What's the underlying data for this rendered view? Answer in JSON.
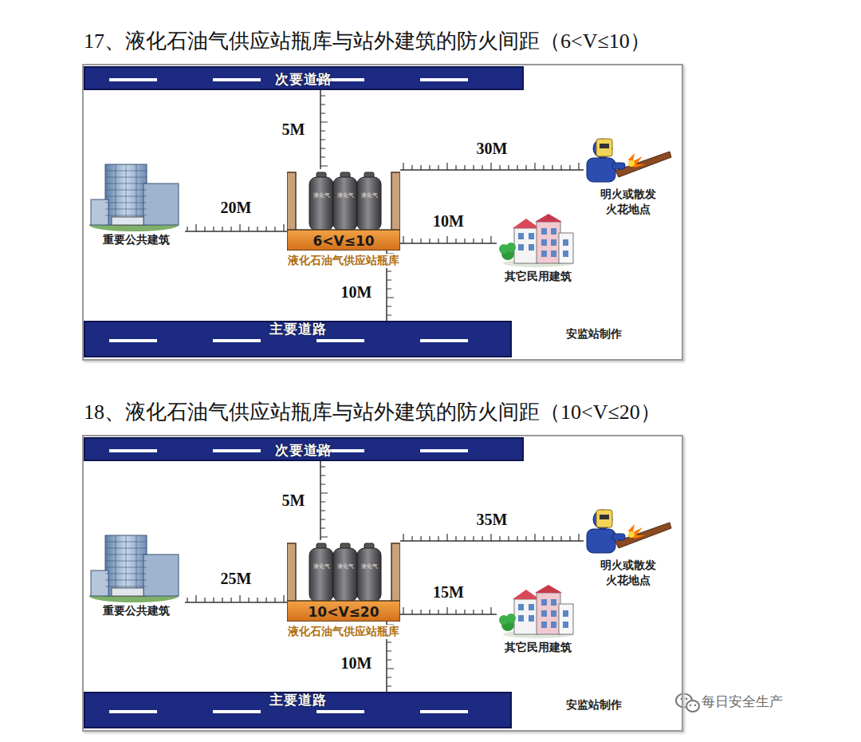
{
  "diagram": {
    "nodes": [
      {
        "text": [
          "17、液化石油气供应站瓶库与站外建筑的防火间距（6<V≤10）",
          "安监站制作"
        ]
      },
      {
        "text": [
          "次要道路"
        ],
        "in": 0
      },
      {
        "text": [
          "重要公共建筑"
        ],
        "in": 0
      },
      {
        "text": [
          "6<V≤10",
          "液化石油气供应站瓶库"
        ],
        "in": 0
      },
      {
        "text": [
          "明火或散发 火花地点"
        ],
        "in": 0
      },
      {
        "text": [
          "其它民用建筑"
        ],
        "in": 0
      },
      {
        "text": [
          "主要道路"
        ],
        "in": 0
      },
      {
        "text": [
          "18、液化石油气供应站瓶库与站外建筑的防火间距（10<V≤20）",
          "安监站制作"
        ]
      },
      {
        "text": [
          "次要道路"
        ],
        "in": 7
      },
      {
        "text": [
          "重要公共建筑"
        ],
        "in": 7
      },
      {
        "text": [
          "10<V≤20",
          "液化石油气供应站瓶库"
        ],
        "in": 7
      },
      {
        "text": [
          "明火或散发 火花地点"
        ],
        "in": 7
      },
      {
        "text": [
          "其它民用建筑"
        ],
        "in": 7
      },
      {
        "text": [
          "主要道路"
        ],
        "in": 7
      }
    ],
    "edges": [
      {
        "from": 3,
        "to": 1,
        "label": "5M",
        "arrow": "none"
      },
      {
        "from": 3,
        "to": 2,
        "label": "20M",
        "arrow": "none"
      },
      {
        "from": 3,
        "to": 4,
        "label": "30M",
        "arrow": "none"
      },
      {
        "from": 3,
        "to": 5,
        "label": "10M",
        "arrow": "none"
      },
      {
        "from": 3,
        "to": 6,
        "label": "10M",
        "arrow": "none"
      },
      {
        "from": 10,
        "to": 8,
        "label": "5M",
        "arrow": "none"
      },
      {
        "from": 10,
        "to": 9,
        "label": "25M",
        "arrow": "none"
      },
      {
        "from": 10,
        "to": 11,
        "label": "35M",
        "arrow": "none"
      },
      {
        "from": 10,
        "to": 12,
        "label": "15M",
        "arrow": "none"
      },
      {
        "from": 10,
        "to": 13,
        "label": "10M",
        "arrow": "none"
      }
    ],
    "labels": [
      "液化气",
      "液化气",
      "液化气",
      "液化气",
      "液化气",
      "液化气",
      "每日安全生产"
    ]
  }
}
